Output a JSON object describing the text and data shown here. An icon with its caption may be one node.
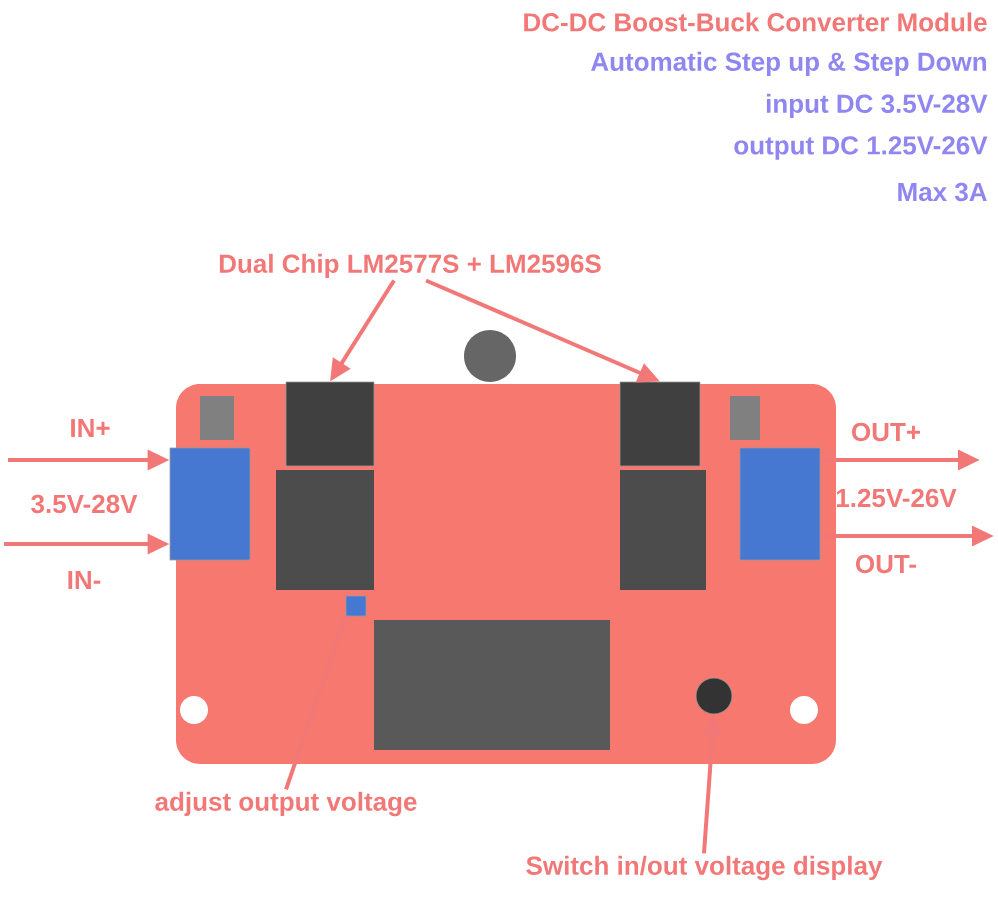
{
  "diagram": {
    "title": "DC-DC Boost-Buck Converter Module",
    "nodes": [
      {
        "text": [
          "Dual Chip LM2577S + LM2596S"
        ]
      },
      {
        "text": [],
        "shape": "box"
      },
      {
        "text": [],
        "shape": "box"
      },
      {
        "text": [],
        "shape": "box",
        "beside": [
          "IN+",
          "3.5V-28V",
          "IN-"
        ]
      },
      {
        "text": [],
        "shape": "box",
        "beside": [
          "OUT+",
          "1.25V-26V",
          "OUT-"
        ]
      },
      {
        "text": [
          "adjust output voltage"
        ]
      },
      {
        "text": [],
        "shape": "box"
      },
      {
        "text": [
          "Switch in/out voltage display"
        ]
      },
      {
        "text": [],
        "shape": "circle"
      }
    ],
    "edges": [
      {
        "from": 0,
        "to": 1,
        "arrow": "to"
      },
      {
        "from": 0,
        "to": 2,
        "arrow": "to"
      },
      {
        "from": null,
        "to": 3,
        "arrow": "to"
      },
      {
        "from": null,
        "to": 3,
        "arrow": "to"
      },
      {
        "from": 4,
        "to": null,
        "arrow": "to"
      },
      {
        "from": 4,
        "to": null,
        "arrow": "to"
      },
      {
        "from": 5,
        "to": 6,
        "arrow": "none"
      },
      {
        "from": 7,
        "to": 8,
        "arrow": "to"
      }
    ],
    "labels": [
      "Automatic Step up & Step Down",
      "input DC 3.5V-28V",
      "output DC 1.25V-26V",
      "Max 3A"
    ]
  }
}
